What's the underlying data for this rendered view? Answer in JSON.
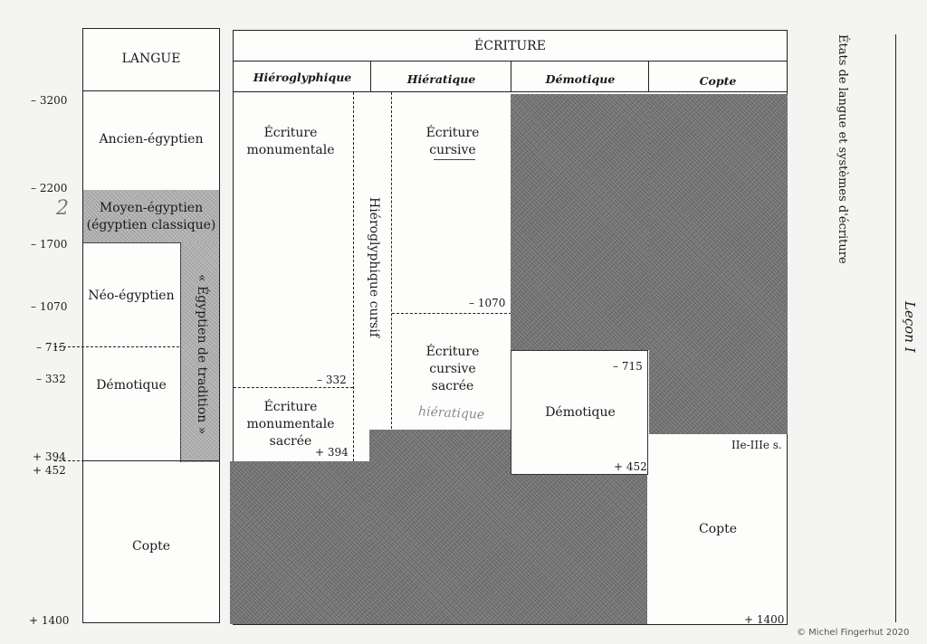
{
  "langue": {
    "header": "LANGUE",
    "stages": [
      "Ancien-égyptien",
      "Moyen-égyptien\n(égyptien classique)",
      "Néo-égyptien",
      "Démotique",
      "Copte"
    ],
    "tradition": "« Égyptien de tradition »",
    "handwritten_mark": "2"
  },
  "ecriture": {
    "header": "ÉCRITURE",
    "columns": [
      "Hiéroglyphique",
      "Hiératique",
      "Démotique",
      "Copte"
    ],
    "hieroglyphique": {
      "monumentale": "Écriture\nmonumentale",
      "monumentale_sacree": "Écriture\nmonumentale\nsacrée",
      "cursif": "Hiéroglyphique cursif"
    },
    "hieratique": {
      "cursive": "Écriture\ncursive",
      "cursive_sacree": "Écriture\ncursive\nsacrée",
      "handwritten": "hiératique"
    },
    "demotique": {
      "label": "Démotique"
    },
    "copte": {
      "label": "Copte",
      "date": "IIe-IIIe s."
    }
  },
  "timeline": [
    "– 3200",
    "– 2200",
    "– 1700",
    "– 1070",
    "– 715",
    "– 332",
    "+ 394",
    "+ 452",
    "+ 1400"
  ],
  "inner_dates": {
    "d332": "– 332",
    "d394": "+ 394",
    "d1070": "– 1070",
    "d715": "– 715",
    "d452": "+ 452",
    "d1400": "+ 1400"
  },
  "side_title": "États de langue et systèmes d'écriture",
  "lecon": "Leçon I",
  "copyright": "© Michel Fingerhut 2020"
}
